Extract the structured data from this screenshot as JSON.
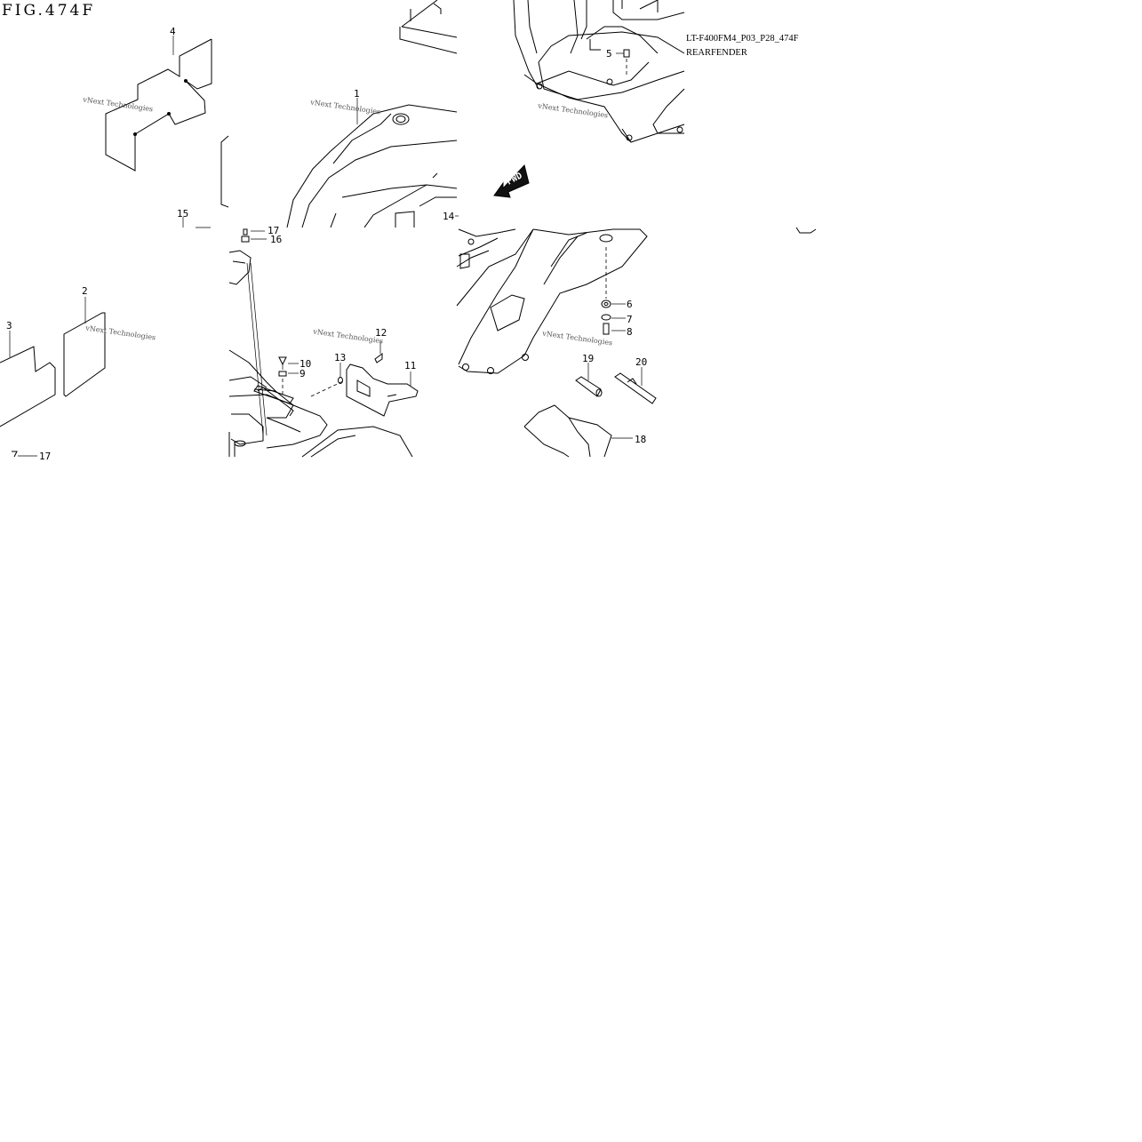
{
  "figure": {
    "title": "FIG.474F",
    "model_code": "LT-F400FM4_P03_P28_474F",
    "section_name": "REARFENDER"
  },
  "watermark": "vNext Technologies",
  "fwd_label": "FWD",
  "callouts": {
    "c1": "1",
    "c2": "2",
    "c3": "3",
    "c4": "4",
    "c5": "5",
    "c6": "6",
    "c7": "7",
    "c8": "8",
    "c9": "9",
    "c10": "10",
    "c11": "11",
    "c12": "12",
    "c13": "13",
    "c14": "14",
    "c15": "15",
    "c16": "16",
    "c17a": "17",
    "c17b": "17",
    "c18": "18",
    "c19": "19",
    "c20": "20"
  },
  "icons": {
    "fwd": "fwd-arrow-icon"
  }
}
